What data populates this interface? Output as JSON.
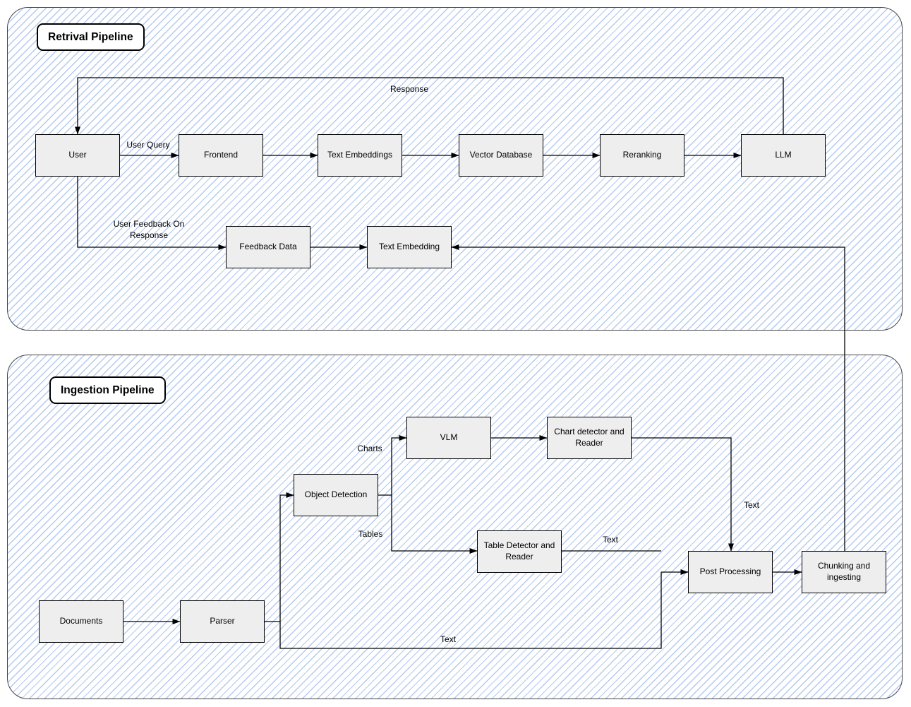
{
  "retrieval": {
    "title": "Retrival Pipeline",
    "nodes": {
      "user": "User",
      "frontend": "Frontend",
      "text_embeddings": "Text Embeddings",
      "vector_database": "Vector Database",
      "reranking": "Reranking",
      "llm": "LLM",
      "feedback_data": "Feedback Data",
      "text_embedding": "Text Embedding"
    },
    "edge_labels": {
      "user_query": "User Query",
      "response": "Response",
      "user_feedback": "User Feedback On Response"
    }
  },
  "ingestion": {
    "title": "Ingestion Pipeline",
    "nodes": {
      "documents": "Documents",
      "parser": "Parser",
      "object_detection": "Object Detection",
      "vlm": "VLM",
      "chart_detector": "Chart detector and Reader",
      "table_detector": "Table Detector and Reader",
      "post_processing": "Post Processing",
      "chunking": "Chunking and ingesting"
    },
    "edge_labels": {
      "charts": "Charts",
      "tables": "Tables",
      "text_from_chart": "Text",
      "text_from_table": "Text",
      "text_from_parser": "Text"
    }
  },
  "colors": {
    "hatch_line": "#b3c9f2",
    "node_fill": "#eeeeee",
    "node_border": "#000000",
    "container_border": "#454545",
    "edge_line": "#000000"
  }
}
